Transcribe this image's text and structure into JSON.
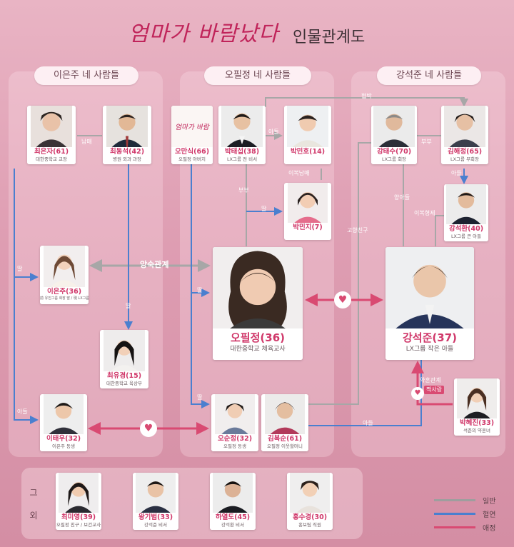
{
  "title": {
    "script": "엄마가 바람났다",
    "main": "인물관계도"
  },
  "groups": {
    "left": "이은주 네 사람들",
    "middle": "오필정 네 사람들",
    "right": "강석준 네 사람들"
  },
  "people": {
    "choi_eunja": {
      "name": "최은자(61)",
      "role": "대한중학교 교장"
    },
    "choi_dongseok": {
      "name": "최동석(42)",
      "role": "병원 외과 과장"
    },
    "oh_mansik": {
      "name": "오만식(66)",
      "role": "오필정 아버지"
    },
    "park_taeseop": {
      "name": "박태섭(38)",
      "role": "LX그룹 전 비서"
    },
    "park_minho": {
      "name": "박민호(14)",
      "role": ""
    },
    "park_minji": {
      "name": "박민지(7)",
      "role": ""
    },
    "kang_taesu": {
      "name": "강태수(70)",
      "role": "LX그룹 회장"
    },
    "kim_haejeong": {
      "name": "김해정(65)",
      "role": "LX그룹 부회장"
    },
    "kang_seokhwan": {
      "name": "강석환(40)",
      "role": "LX그룹 큰 아들"
    },
    "lee_eunju": {
      "name": "이은주(36)",
      "role": "前 유진그룹 회장 딸 / 現 LX그룹 홍보팀장"
    },
    "oh_piljeong": {
      "name": "오필정(36)",
      "role": "대한중학교 체육교사"
    },
    "kang_seokjun": {
      "name": "강석준(37)",
      "role": "LX그룹 작은 아들"
    },
    "choi_yugyeong": {
      "name": "최유경(15)",
      "role": "대한중학교 육상부"
    },
    "lee_taeu": {
      "name": "이태우(32)",
      "role": "이은주 동생"
    },
    "oh_sunjeong": {
      "name": "오순정(32)",
      "role": "오필정 동생"
    },
    "kim_boksun": {
      "name": "김복순(61)",
      "role": "오필정 이웃할머니"
    },
    "park_hyejin": {
      "name": "박혜진(33)",
      "role": "석준의 약혼녀"
    }
  },
  "extras": {
    "label_top": "그",
    "label_bottom": "외",
    "people": [
      {
        "name": "최미영(39)",
        "role": "오필정 친구 / 보건교사"
      },
      {
        "name": "왕기범(33)",
        "role": "강석준 비서"
      },
      {
        "name": "하열도(45)",
        "role": "강석환 비서"
      },
      {
        "name": "홍수경(30)",
        "role": "홍보팀 직원"
      }
    ]
  },
  "relations": {
    "siblings_left": "남매",
    "daughter": "딸",
    "son": "아들",
    "rivalry": "앙숙관계",
    "couple": "부부",
    "half_sibling": "이복남매",
    "half_brothers": "이복형제",
    "adopted_son": "양아들",
    "partners": "협박",
    "hometown_friend": "고향친구",
    "engaged": "약혼관계",
    "one_sided": "짝사랑",
    "logo_text": "엄마가 바람"
  },
  "legend": {
    "items": [
      {
        "label": "일반",
        "color": "#9e9e9e"
      },
      {
        "label": "혈연",
        "color": "#4a7fcf"
      },
      {
        "label": "애정",
        "color": "#d94a72"
      }
    ]
  },
  "colors": {
    "general": "#a7a7a7",
    "blood": "#4a7fcf",
    "love": "#d94a72"
  }
}
